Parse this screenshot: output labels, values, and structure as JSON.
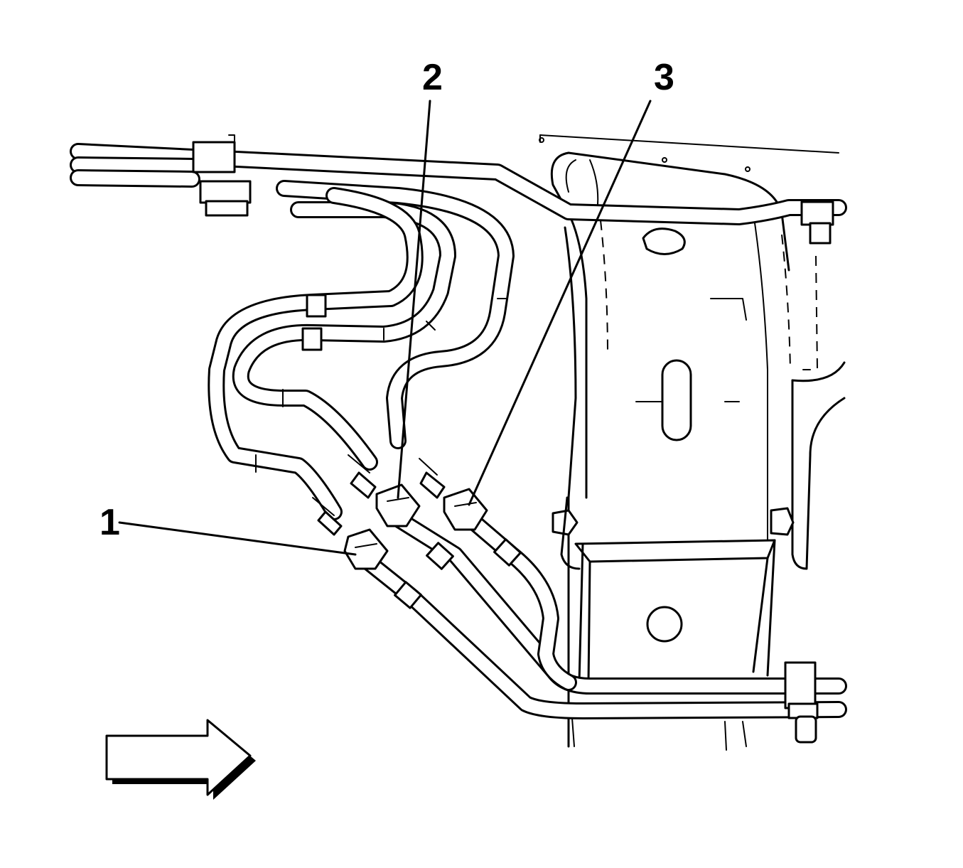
{
  "callouts": [
    {
      "id": "1",
      "label": "1"
    },
    {
      "id": "2",
      "label": "2"
    },
    {
      "id": "3",
      "label": "3"
    }
  ],
  "colors": {
    "line": "#000000",
    "background": "#ffffff"
  },
  "icons": {
    "direction_arrow": "right-arrow-icon"
  }
}
